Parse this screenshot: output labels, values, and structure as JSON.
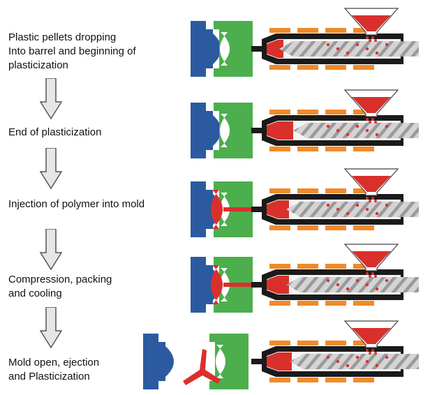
{
  "steps": [
    {
      "label": "Plastic pellets dropping\nInto barrel and beginning of\nplasticization"
    },
    {
      "label": "End of plasticization"
    },
    {
      "label": "Injection of polymer into mold"
    },
    {
      "label": "Compression, packing\nand cooling"
    },
    {
      "label": "Mold open, ejection\nand  Plasticization"
    }
  ],
  "colors": {
    "mold_fixed": "#2b5aa0",
    "mold_moving": "#4cae4c",
    "heater": "#f08a2a",
    "polymer": "#d9302c",
    "barrel": "#1a1a1a",
    "screw": "#c8c8c8"
  }
}
